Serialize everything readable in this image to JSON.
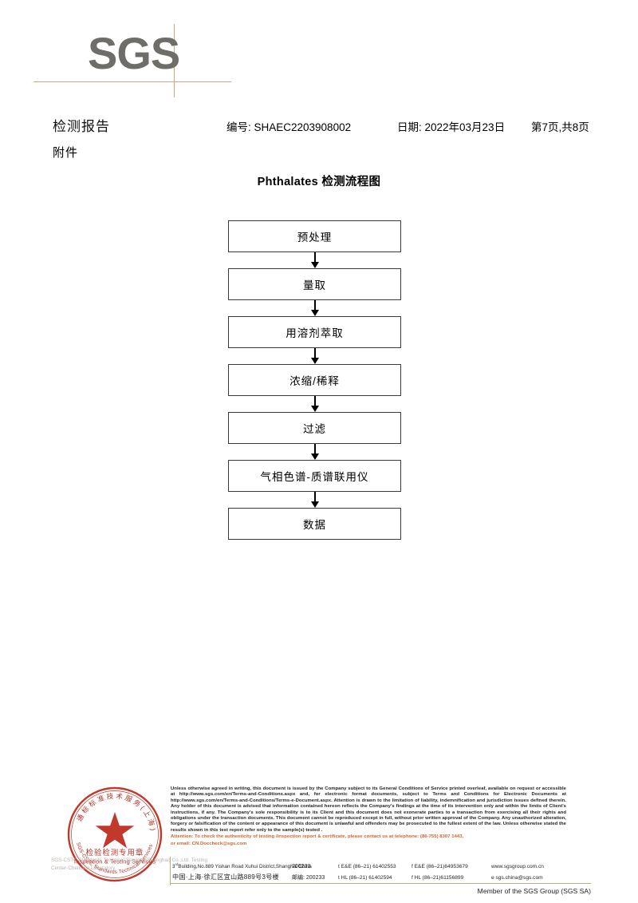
{
  "document": {
    "logo_text": "SGS",
    "header": {
      "report_title": "检测报告",
      "report_no": "编号: SHAEC2203908002",
      "date": "日期: 2022年03月23日",
      "page_label": "第7页,共8页",
      "attachment_label": "附件"
    },
    "chart_title": "Phthalates 检测流程图",
    "flow_steps": [
      {
        "label": "预处理"
      },
      {
        "label": "量取"
      },
      {
        "label": "用溶剂萃取"
      },
      {
        "label": "浓缩/稀释"
      },
      {
        "label": "过滤"
      },
      {
        "label": "气相色谱-质谱联用仪"
      },
      {
        "label": "数据"
      }
    ],
    "seal": {
      "center_text": "检验检测专用章",
      "center_text_en": "Inspection & Testing Services",
      "ring_text_cn": "SGS通标标准技术服务(上海)有限公司",
      "ring_text_en": "SGS-CSTC Standards Technical Services"
    },
    "seal_underlay": "SGS-CSTC Standards Technical Services(Shanghai) Co.,Ltd. Testing Center-Chemical Laboratory.",
    "footer": {
      "disclaimer": "Unless otherwise agreed in writing, this document is issued by the Company subject to its General Conditions of Service printed overleaf, available on request or accessible at http://www.sgs.com/en/Terms-and-Conditions.aspx and, for electronic format documents, subject to Terms and Conditions for Electronic Documents at http://www.sgs.com/en/Terms-and-Conditions/Terms-e-Document.aspx. Attention is drawn to the limitation of liability, indemnification and jurisdiction issues defined therein. Any holder of this document is advised that information contained hereon reflects the Company's findings at the time of its intervention only and within the limits of Client's instructions, if any. The Company's sole responsibility is to its Client and this document does not exonerate parties to a transaction from exercising all their rights and obligations under the transaction documents. This document cannot be reproduced except in full, without prior written approval of the Company. Any unauthorized alteration, forgery or falsification of the content or appearance of this document is unlawful and offenders may be prosecuted to the fullest extent of the law. Unless otherwise stated the results shown in this test report refer only to the sample(s) tested .",
      "attention_line1": "Attention: To check the authenticity of testing /inspection report & certificate, please contact us at telephone: (86-755) 8307 1443,",
      "attention_line2": "or email: CN.Doccheck@sgs.com",
      "address_en": "Building,No.889 Yishan Road Xuhui District,Shanghai China",
      "address_en_prefix": "3",
      "address_en_sup": "rd",
      "address_cn": "中国·上海·徐汇区宜山路889号3号楼",
      "zip_en": "200233",
      "zip_cn": "邮编: 200233",
      "tel_ee": "t E&E (86–21) 61402553",
      "fax_ee": "f E&E (86–21)64953679",
      "website": "www.sgsgroup.com.cn",
      "tel_hl": "t HL (86–21) 61402594",
      "fax_hl": "f HL (86–21)61156899",
      "email": "e  sgs.china@sgs.com",
      "member_line": "Member of the SGS Group (SGS SA)"
    },
    "colors": {
      "rule": "#c6a882",
      "logo_gray": "#6f6d69",
      "attention_orange": "#d4622a",
      "seal_red": "#c0392b"
    }
  }
}
